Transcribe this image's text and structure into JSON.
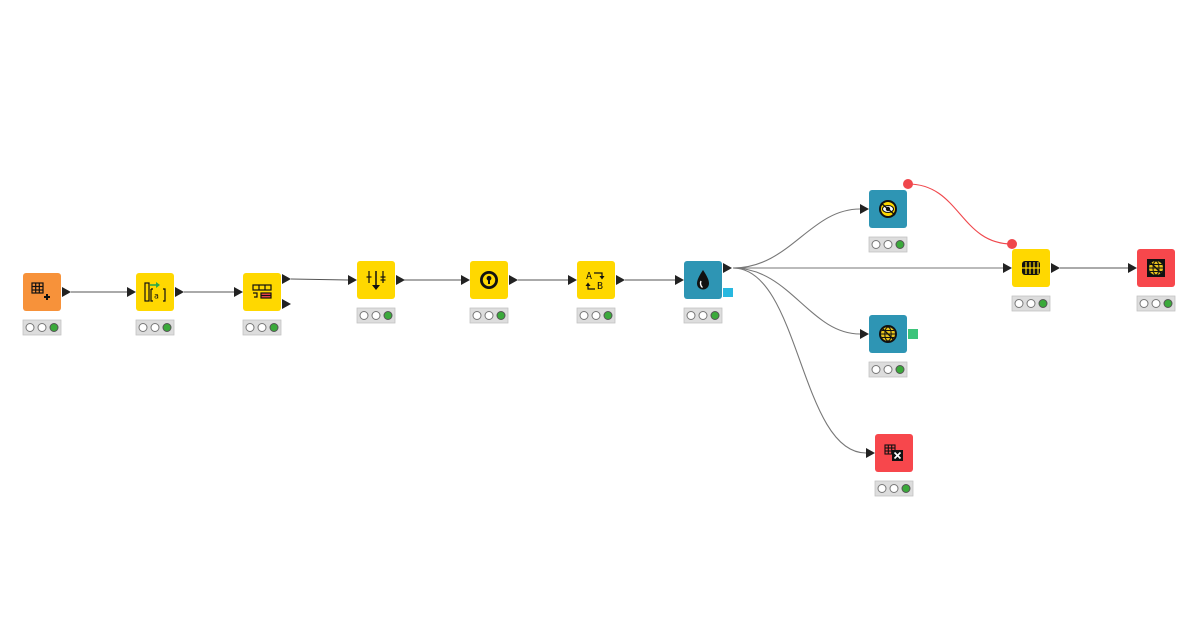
{
  "colors": {
    "source": "#F7923A",
    "manipulator": "#FFD800",
    "learner": "#2E95B4",
    "sink": "#F7474C",
    "connection": "#777777",
    "variable_connection": "#F0474C",
    "port": "#222222",
    "status_bg": "#DDDDDD",
    "status_green": "#3BAA3B",
    "model_port_blue": "#28B8E0",
    "model_port_green": "#3CC47A"
  },
  "nodes": [
    {
      "id": "n1",
      "kind": "source",
      "icon": "table-creator-icon",
      "status": "executed"
    },
    {
      "id": "n2",
      "kind": "manipulator",
      "icon": "column-rename-icon",
      "status": "executed"
    },
    {
      "id": "n3",
      "kind": "manipulator",
      "icon": "table-partition-icon",
      "status": "executed"
    },
    {
      "id": "n4",
      "kind": "manipulator",
      "icon": "column-filter-icon",
      "status": "executed"
    },
    {
      "id": "n5",
      "kind": "manipulator",
      "icon": "rule-engine-icon",
      "status": "executed"
    },
    {
      "id": "n6",
      "kind": "manipulator",
      "icon": "string-manipulation-icon",
      "status": "executed"
    },
    {
      "id": "n7",
      "kind": "learner",
      "icon": "droplet-icon",
      "status": "executed"
    },
    {
      "id": "n8",
      "kind": "learner",
      "icon": "eye-predictor-icon",
      "status": "executed"
    },
    {
      "id": "n9",
      "kind": "learner",
      "icon": "globe-predictor-icon",
      "status": "executed"
    },
    {
      "id": "n10",
      "kind": "sink",
      "icon": "table-delete-icon",
      "status": "executed"
    },
    {
      "id": "n11",
      "kind": "manipulator",
      "icon": "column-merger-icon",
      "status": "executed"
    },
    {
      "id": "n12",
      "kind": "sink",
      "icon": "globe-writer-icon",
      "status": "executed"
    }
  ]
}
